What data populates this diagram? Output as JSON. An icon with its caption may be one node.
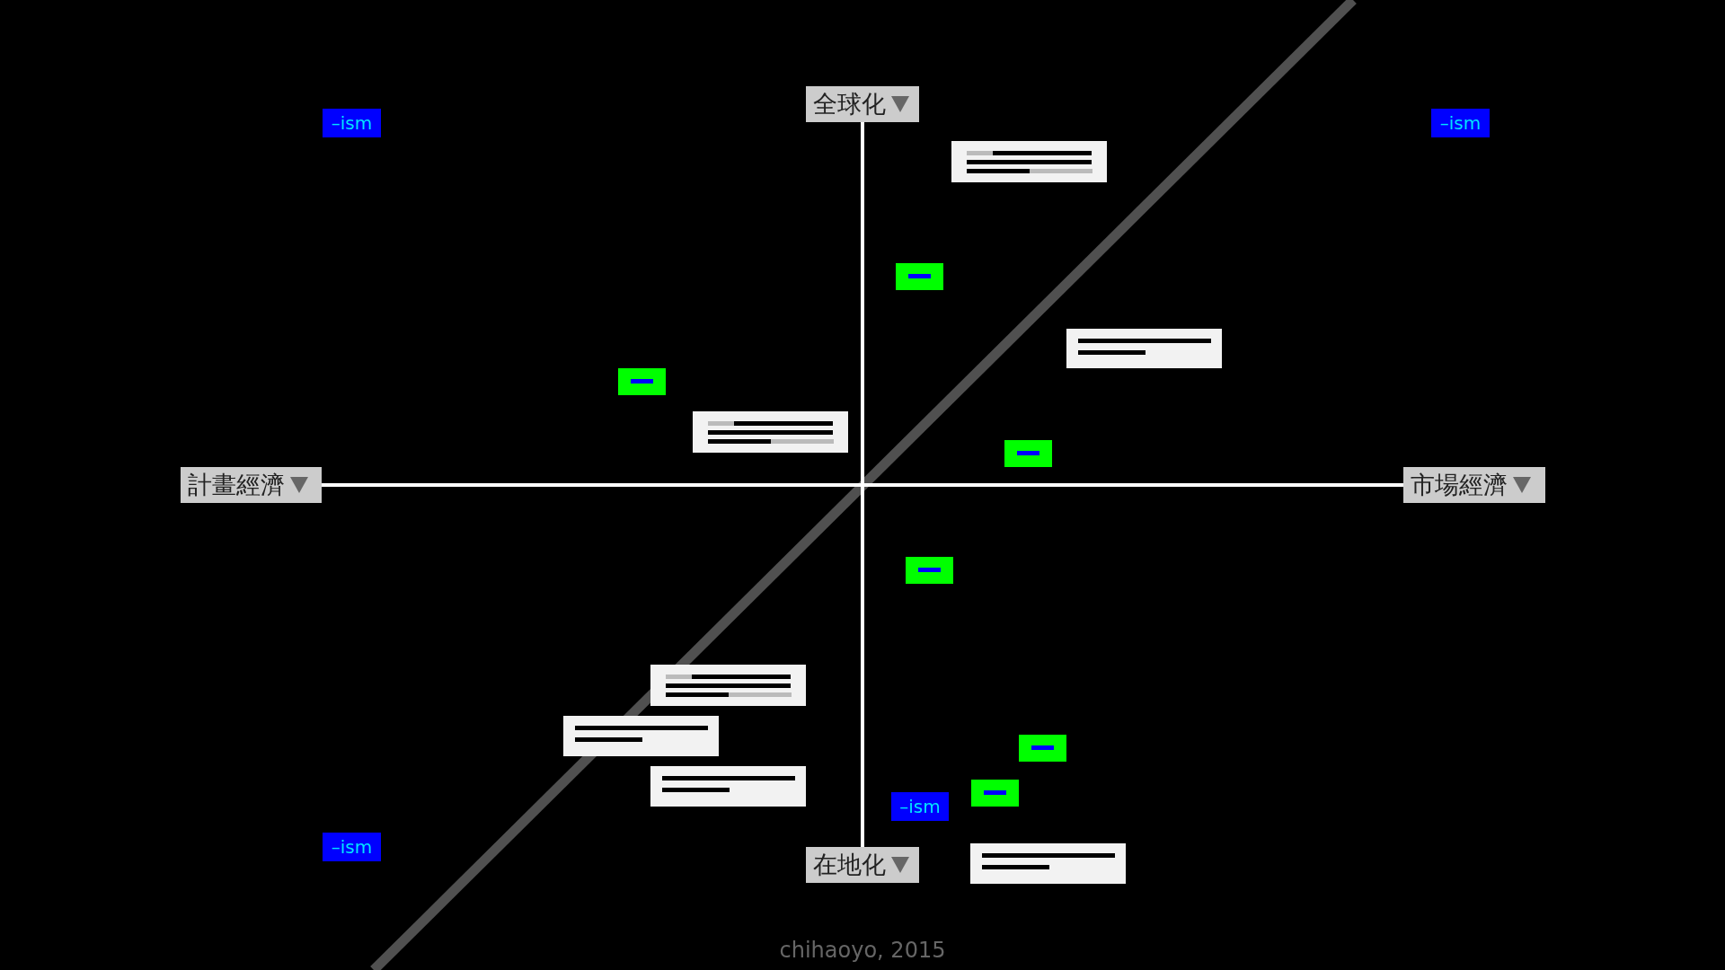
{
  "diagram": {
    "caption": "chihaoyo, 2015",
    "nodes": [
      {
        "text": [
          "全球化"
        ]
      },
      {
        "text": [
          "–ism"
        ]
      },
      {
        "text": [
          "–ism"
        ]
      },
      {
        "text": [],
        "shape": "box"
      },
      {
        "text": [],
        "shape": "box"
      },
      {
        "text": [],
        "shape": "box"
      },
      {
        "text": [],
        "shape": "box"
      },
      {
        "text": [],
        "shape": "box"
      },
      {
        "text": [],
        "shape": "box"
      },
      {
        "text": [
          "計畫經濟"
        ]
      },
      {
        "text": [
          "市場經濟"
        ]
      },
      {
        "text": [],
        "shape": "box"
      },
      {
        "text": [],
        "shape": "box"
      },
      {
        "text": [],
        "shape": "box"
      },
      {
        "text": [],
        "shape": "box"
      },
      {
        "text": [],
        "shape": "box"
      },
      {
        "text": [],
        "shape": "box"
      },
      {
        "text": [
          "–ism"
        ]
      },
      {
        "text": [
          "–ism"
        ]
      },
      {
        "text": [],
        "shape": "box"
      },
      {
        "text": [
          "在地化"
        ]
      }
    ],
    "edges": []
  }
}
